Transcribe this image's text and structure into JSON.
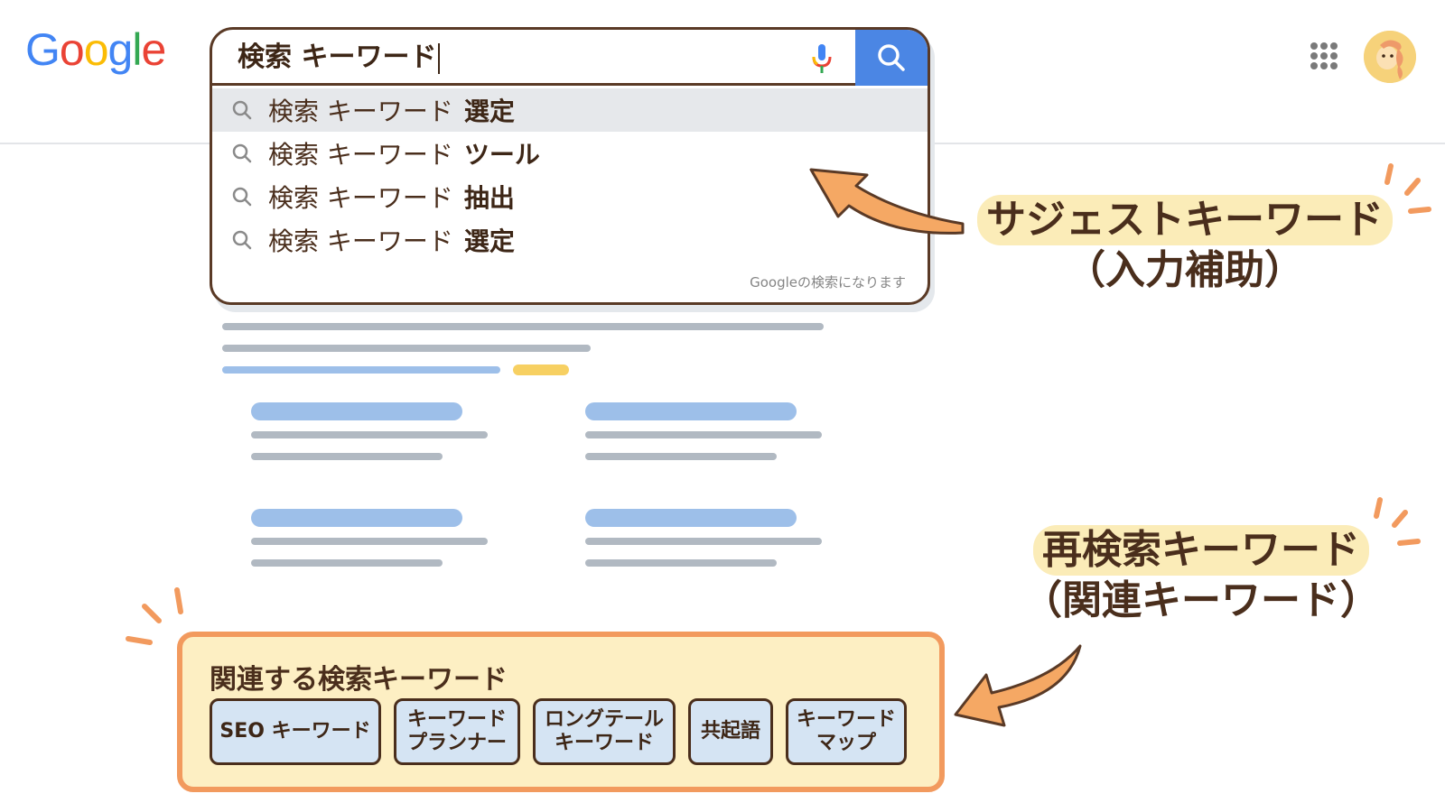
{
  "header": {
    "logo": {
      "letters": [
        "G",
        "o",
        "o",
        "g",
        "l",
        "e"
      ],
      "colors": [
        "#4285f4",
        "#ea4335",
        "#fbbc05",
        "#4285f4",
        "#34a853",
        "#ea4335"
      ]
    },
    "apps_icon": "apps-grid-icon",
    "avatar_icon": "user-avatar"
  },
  "search": {
    "query": "検索 キーワード",
    "mic_icon": "microphone-icon",
    "button_icon": "search-icon",
    "accent_color": "#4b86e4",
    "suggestions": [
      {
        "base": "検索 キーワード",
        "tail": "選定",
        "active": true
      },
      {
        "base": "検索 キーワード",
        "tail": "ツール",
        "active": false
      },
      {
        "base": "検索 キーワード",
        "tail": "抽出",
        "active": false
      },
      {
        "base": "検索 キーワード",
        "tail": "選定",
        "active": false
      }
    ],
    "footnote": "Googleの検索になります"
  },
  "callouts": {
    "suggest": {
      "title": "サジェストキーワード",
      "subtitle": "（入力補助）"
    },
    "related": {
      "title": "再検索キーワード",
      "subtitle": "（関連キーワード）"
    },
    "arrow_color": "#f5a864",
    "highlight_color": "#fbecb8"
  },
  "related_box": {
    "title": "関連する検索キーワード",
    "border_color": "#f29a5e",
    "background": "#fdefc3",
    "chips": [
      {
        "label": "SEO キーワード",
        "width": 190
      },
      {
        "label": "キーワード\nプランナー",
        "width": 140
      },
      {
        "label": "ロングテール\nキーワード",
        "width": 158
      },
      {
        "label": "共起語",
        "width": 94
      },
      {
        "label": "キーワード\nマップ",
        "width": 134
      }
    ]
  }
}
